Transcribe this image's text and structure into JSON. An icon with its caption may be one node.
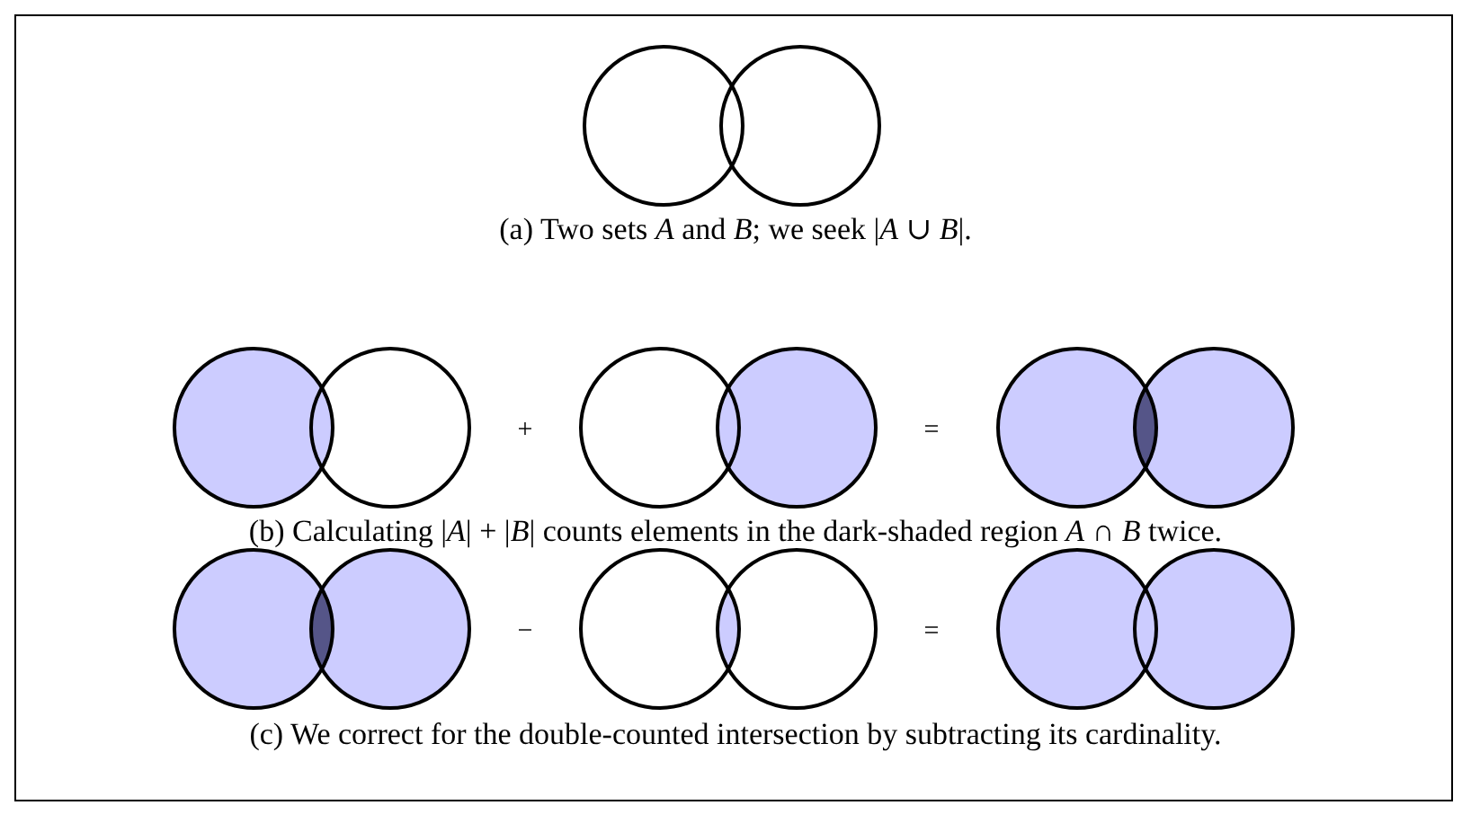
{
  "diagram": {
    "labels": [
      "(a) Two sets *A* and *B*; we seek |*A* ∪ *B*|.",
      "+",
      "=",
      "(b) Calculating |*A*| + |*B*| counts elements in the dark-shaded region *A* ∩ *B* twice.",
      "−",
      "=",
      "(c) We correct for the double-counted intersection by subtracting its cardinality."
    ]
  }
}
